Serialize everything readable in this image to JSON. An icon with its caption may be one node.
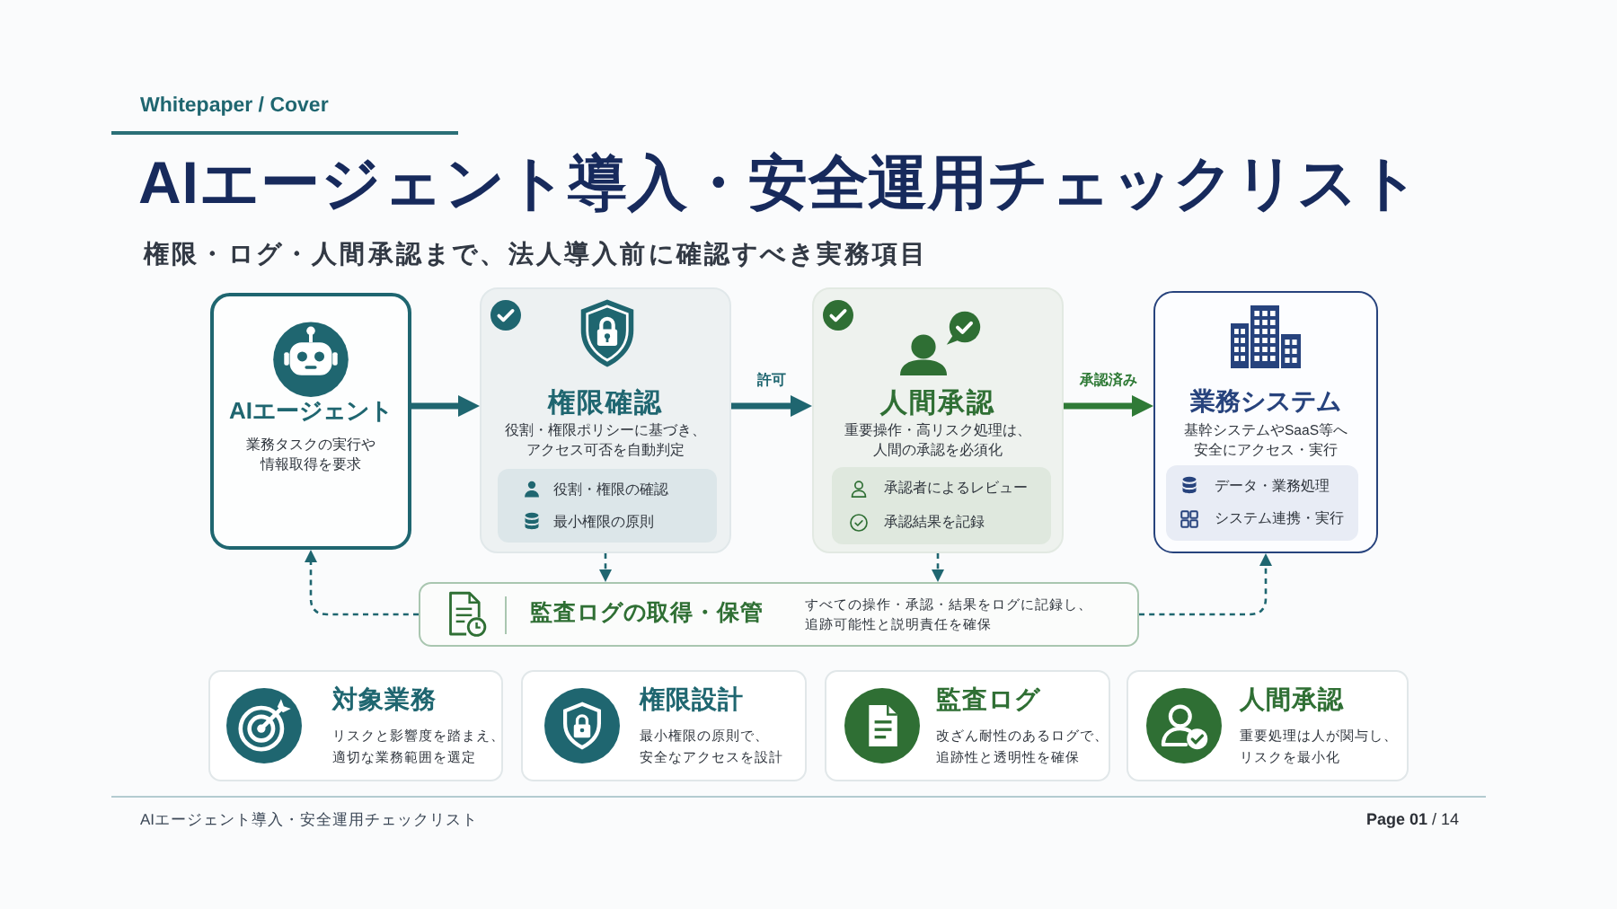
{
  "diagram": {
    "title": "AIエージェント導入・安全運用チェックリスト",
    "nodes": [
      {
        "text": [
          "AIエージェント",
          "業務タスクの実行や情報取得を要求"
        ]
      },
      {
        "text": [
          "権限確認",
          "役割・権限ポリシーに基づき、アクセス可否を自動判定"
        ]
      },
      {
        "text": [
          "役割・権限の確認",
          "最小権限の原則"
        ],
        "in": 1
      },
      {
        "text": [
          "人間承認",
          "重要操作・高リスク処理は、人間の承認を必須化"
        ]
      },
      {
        "text": [
          "承認者によるレビュー",
          "承認結果を記録"
        ],
        "in": 3
      },
      {
        "text": [
          "業務システム",
          "基幹システムやSaaS等へ安全にアクセス・実行"
        ]
      },
      {
        "text": [
          "データ・業務処理",
          "システム連携・実行"
        ],
        "in": 5
      },
      {
        "text": [
          "監査ログの取得・保管",
          "すべての操作・承認・結果をログに記録し、追跡可能性と説明責任を確保"
        ]
      },
      {
        "text": [
          "対象業務",
          "リスクと影響度を踏まえ、適切な業務範囲を選定"
        ]
      },
      {
        "text": [
          "権限設計",
          "最小権限の原則で、安全なアクセスを設計"
        ]
      },
      {
        "text": [
          "監査ログ",
          "改ざん耐性のあるログで、追跡性と透明性を確保"
        ]
      },
      {
        "text": [
          "人間承認",
          "重要処理は人が関与し、リスクを最小化"
        ]
      }
    ],
    "edges": [
      {
        "from": 0,
        "to": 1,
        "arrow": "to",
        "style": "thick"
      },
      {
        "from": 1,
        "to": 3,
        "arrow": "to",
        "style": "thick",
        "label": "許可"
      },
      {
        "from": 3,
        "to": 5,
        "arrow": "to",
        "style": "thick",
        "label": "承認済み",
        "color": "#2f7a36"
      },
      {
        "from": 1,
        "to": 7,
        "arrow": "to",
        "style": "dashed"
      },
      {
        "from": 3,
        "to": 7,
        "arrow": "to",
        "style": "dashed"
      },
      {
        "from": 7,
        "to": 0,
        "arrow": "to",
        "style": "dashed"
      },
      {
        "from": 7,
        "to": 5,
        "arrow": "to",
        "style": "dashed"
      }
    ],
    "labels": [
      "Whitepaper / Cover",
      "権限・ログ・人間承認まで、法人導入前に確認すべき実務項目",
      "AIエージェント導入・安全運用チェックリスト",
      "**Page 01** / 14"
    ]
  }
}
